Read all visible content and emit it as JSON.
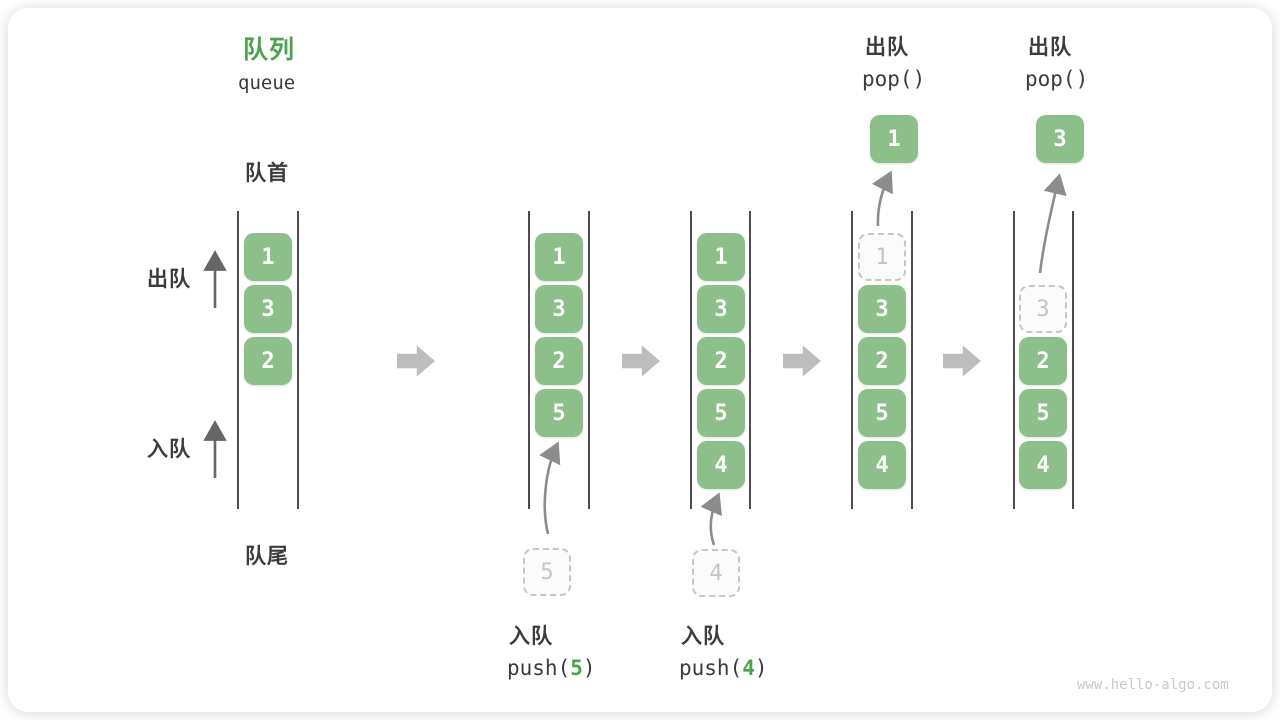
{
  "title": {
    "zh": "队列",
    "en": "queue"
  },
  "side_labels": {
    "front": "队首",
    "rear": "队尾",
    "dequeue": "出队",
    "enqueue": "入队"
  },
  "colors": {
    "element_green": "#8dbf8b",
    "accent_green": "#4da24f",
    "block_arrow_gray": "#bdbdbd",
    "label_dark": "#3c3c3c",
    "ghost_gray": "#c4c4c4"
  },
  "queue_states": [
    {
      "items": {
        "0": "1",
        "1": "3",
        "2": "2"
      }
    },
    {
      "items": {
        "0": "1",
        "1": "3",
        "2": "2",
        "3": "5"
      },
      "pending": "5",
      "op": {
        "label": "入队",
        "fn_prefix": "push(",
        "fn_arg": "5",
        "fn_suffix": ")"
      }
    },
    {
      "items": {
        "0": "1",
        "1": "3",
        "2": "2",
        "3": "5",
        "4": "4"
      },
      "pending": "4",
      "op": {
        "label": "入队",
        "fn_prefix": "push(",
        "fn_arg": "4",
        "fn_suffix": ")"
      }
    },
    {
      "ghost": "1",
      "items": {
        "1": "3",
        "2": "2",
        "3": "5",
        "4": "4"
      },
      "popped": "1",
      "op": {
        "label": "出队",
        "fn": "pop()"
      }
    },
    {
      "ghost": "3",
      "items": {
        "2": "2",
        "3": "5",
        "4": "4"
      },
      "popped": "3",
      "op": {
        "label": "出队",
        "fn": "pop()"
      }
    }
  ],
  "watermark": "www.hello-algo.com"
}
